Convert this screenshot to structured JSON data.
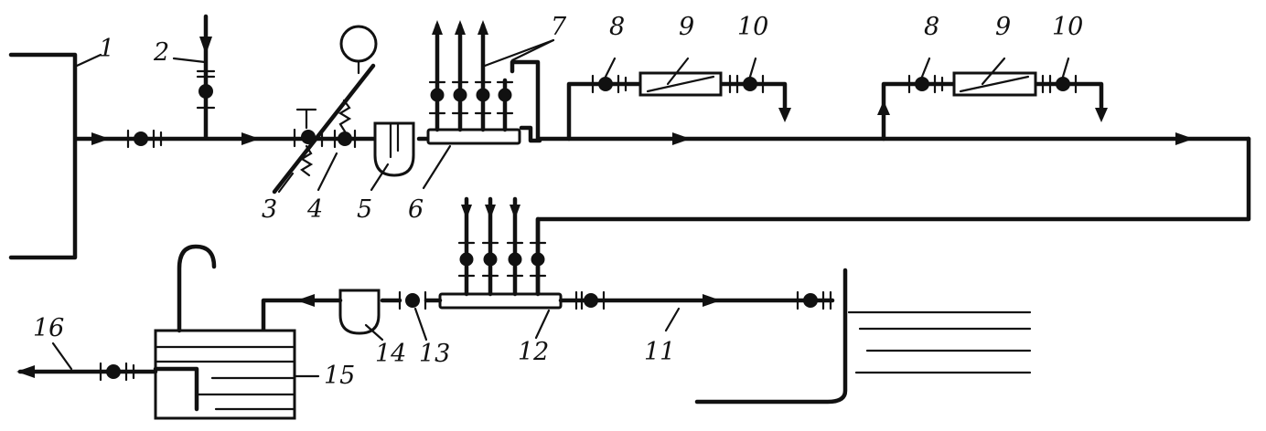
{
  "labels": {
    "l1": "1",
    "l2": "2",
    "l3": "3",
    "l4": "4",
    "l5": "5",
    "l6": "6",
    "l7": "7",
    "l8a": "8",
    "l9a": "9",
    "l10a": "10",
    "l8b": "8",
    "l9b": "9",
    "l10b": "10",
    "l11": "11",
    "l12": "12",
    "l13": "13",
    "l14": "14",
    "l15": "15",
    "l16": "16"
  }
}
